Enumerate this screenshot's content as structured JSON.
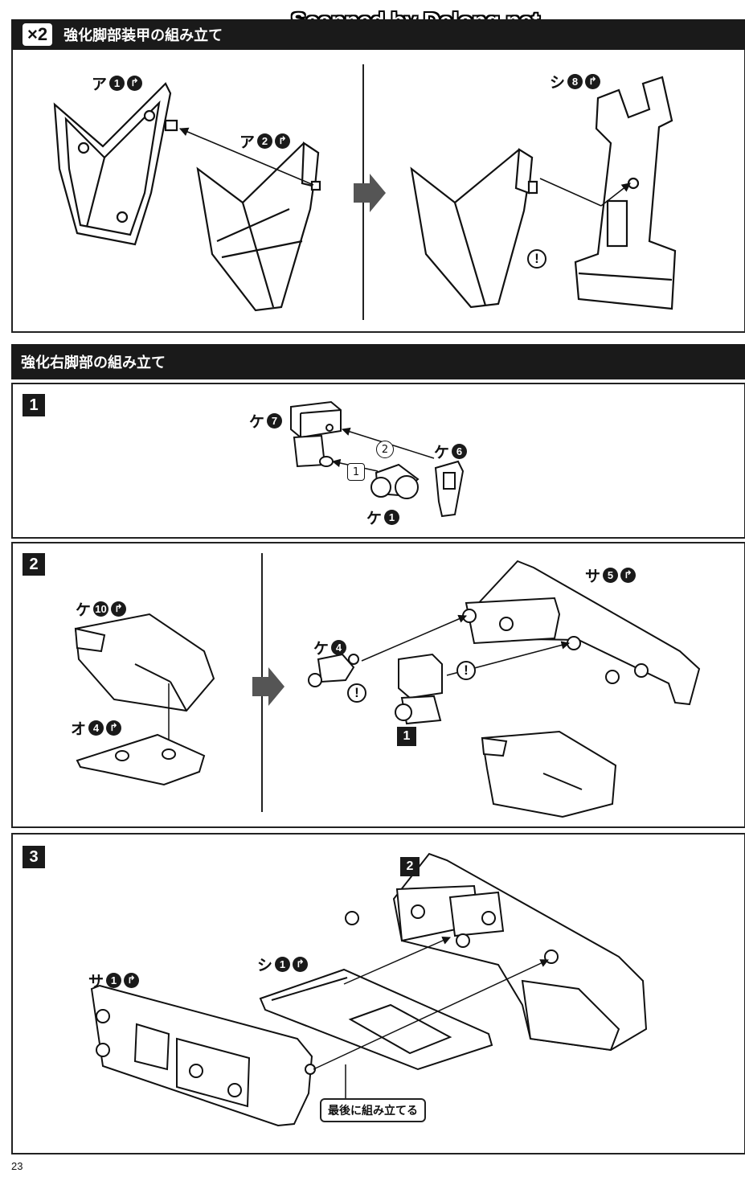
{
  "watermark": "Scanned by Dalong.net",
  "section_top": {
    "multiplier": "×2",
    "title": "強化脚部装甲の組み立て"
  },
  "section_main": {
    "title": "強化右脚部の組み立て"
  },
  "top_labels": {
    "a1_kana": "ア",
    "a1_num": "1",
    "a2_kana": "ア",
    "a2_num": "2",
    "shi8_kana": "シ",
    "shi8_num": "8"
  },
  "step1": {
    "badge": "1",
    "ke7_kana": "ケ",
    "ke7_num": "7",
    "ke6_kana": "ケ",
    "ke6_num": "6",
    "ke1_kana": "ケ",
    "ke1_num": "1",
    "order1": "1",
    "order2": "2"
  },
  "step2": {
    "badge": "2",
    "ke10_kana": "ケ",
    "ke10_num": "10",
    "o4_kana": "オ",
    "o4_num": "4",
    "ke4_kana": "ケ",
    "ke4_num": "4",
    "sa5_kana": "サ",
    "sa5_num": "5",
    "ref": "1"
  },
  "step3": {
    "badge": "3",
    "ref": "2",
    "shi1_kana": "シ",
    "shi1_num": "1",
    "sa1_kana": "サ",
    "sa1_num": "1",
    "note": "最後に組み立てる"
  },
  "warning_symbol": "!",
  "gate_symbol": "↱",
  "page_number": "23"
}
